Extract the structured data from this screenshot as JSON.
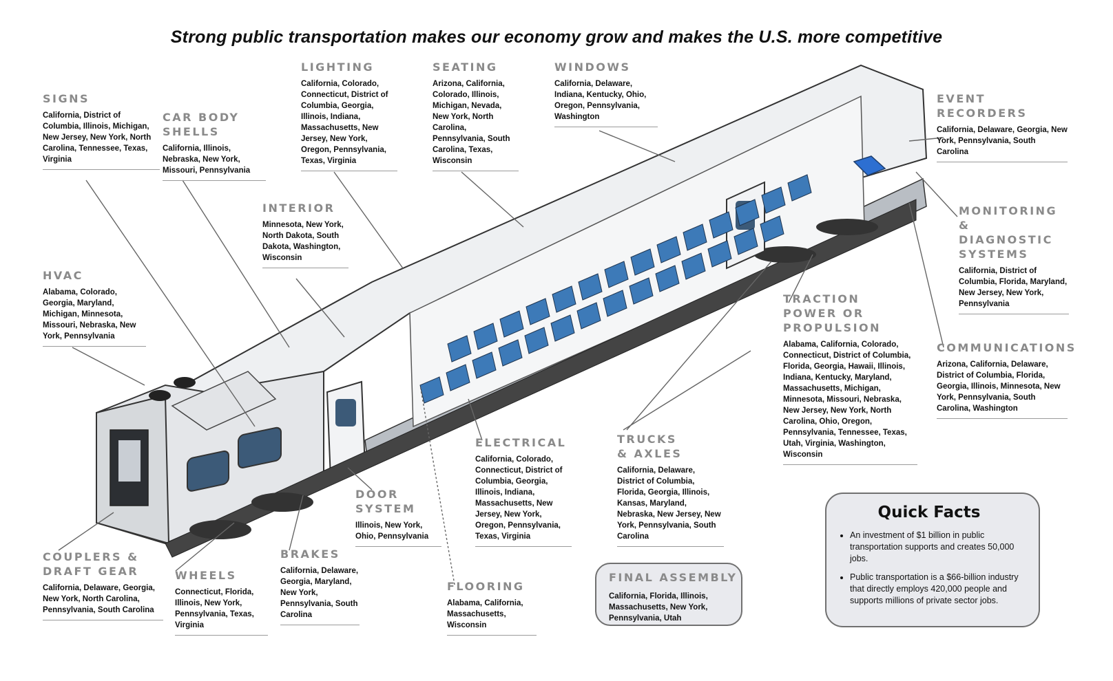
{
  "title": "Strong public transportation makes our economy grow and makes the U.S. more competitive",
  "labels": {
    "signs": {
      "heading": "SIGNS",
      "states": "California, District of Columbia, Illinois, Michigan, New Jersey, New York, North Carolina, Tennessee, Texas, Virginia"
    },
    "car_body_shells": {
      "heading": "CAR BODY SHELLS",
      "states": "California, Illinois, Nebraska, New York, Missouri, Pennsylvania"
    },
    "lighting": {
      "heading": "LIGHTING",
      "states": "California, Colorado, Connecticut, District of Columbia, Georgia, Illinois, Indiana, Massachusetts, New Jersey, New York, Oregon, Pennsylvania, Texas, Virginia"
    },
    "seating": {
      "heading": "SEATING",
      "states": "Arizona, California, Colorado, Illinois, Michigan, Nevada, New York, North Carolina, Pennsylvania, South Carolina, Texas, Wisconsin"
    },
    "windows": {
      "heading": "WINDOWS",
      "states": "California, Delaware, Indiana, Kentucky, Ohio, Oregon, Pennsylvania, Washington"
    },
    "event_recorders": {
      "heading": "EVENT RECORDERS",
      "states": "California, Delaware, Georgia, New York, Pennsylvania, South Carolina"
    },
    "interior": {
      "heading": "INTERIOR",
      "states": "Minnesota, New York, North Dakota, South Dakota, Washington, Wisconsin"
    },
    "hvac": {
      "heading": "HVAC",
      "states": "Alabama, Colorado, Georgia, Maryland, Michigan, Minnesota, Missouri, Nebraska, New York, Pennsylvania"
    },
    "monitoring": {
      "heading": "MONITORING & DIAGNOSTIC SYSTEMS",
      "states": "California, District of Columbia, Florida, Maryland, New Jersey, New York, Pennsylvania"
    },
    "traction": {
      "heading": "TRACTION POWER OR PROPULSION",
      "states": "Alabama, California, Colorado, Connecticut, District of Columbia, Florida, Georgia, Hawaii, Illinois, Indiana, Kentucky, Maryland, Massachusetts, Michigan, Minnesota, Missouri, Nebraska, New Jersey, New York, North Carolina, Ohio, Oregon, Pennsylvania, Tennessee, Texas, Utah, Virginia, Washington, Wisconsin"
    },
    "communications": {
      "heading": "COMMUNICATIONS",
      "states": "Arizona, California, Delaware, District of Columbia, Florida, Georgia, Illinois, Minnesota, New York, Pennsylvania, South Carolina, Washington"
    },
    "electrical": {
      "heading": "ELECTRICAL",
      "states": "California, Colorado, Connecticut, District of Columbia, Georgia, Illinois, Indiana, Massachusetts, New Jersey, New York, Oregon, Pennsylvania, Texas, Virginia"
    },
    "trucks_axles": {
      "heading": "TRUCKS & AXLES",
      "states": "California, Delaware, District of Columbia, Florida, Georgia, Illinois, Kansas, Maryland, Nebraska, New Jersey, New York, Pennsylvania, South Carolina"
    },
    "door_system": {
      "heading": "DOOR SYSTEM",
      "states": "Illinois, New York, Ohio, Pennsylvania"
    },
    "couplers": {
      "heading": "COUPLERS & DRAFT GEAR",
      "states": "California, Delaware, Georgia, New York, North Carolina, Pennsylvania, South Carolina"
    },
    "wheels": {
      "heading": "WHEELS",
      "states": "Connecticut, Florida, Illinois, New York, Pennsylvania, Texas, Virginia"
    },
    "brakes": {
      "heading": "BRAKES",
      "states": "California, Delaware, Georgia, Maryland, New York, Pennsylvania, South Carolina"
    },
    "flooring": {
      "heading": "FLOORING",
      "states": "Alabama, California, Massachusetts, Wisconsin"
    }
  },
  "final_assembly": {
    "heading": "FINAL ASSEMBLY",
    "states": "California, Florida, Illinois, Massachusetts, New York, Pennsylvania, Utah"
  },
  "quick_facts": {
    "heading": "Quick Facts",
    "facts": [
      "An investment of $1 billion in public transportation supports and creates 50,000 jobs.",
      "Public transportation is a $66-billion industry that directly employs 420,000 people and supports millions of private sector jobs."
    ]
  },
  "colors": {
    "heading_gray": "#8a8a8a",
    "seat_blue": "#3d7ab8",
    "car_body": "#eef0f2",
    "box_fill": "#e9eaee"
  }
}
